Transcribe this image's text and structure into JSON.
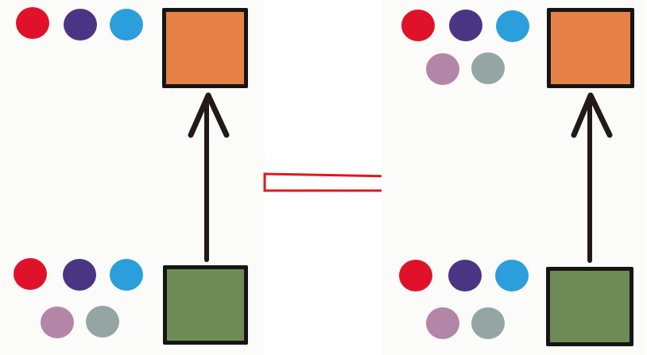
{
  "colors": {
    "red": "#e0122a",
    "indigo": "#4a3585",
    "sky": "#2a9fdc",
    "mauve": "#b386a8",
    "slate": "#94a5a4",
    "source_box": "#6e8b55",
    "target_box": "#e68248",
    "arrow_dark": "#231a18",
    "transition_arrow": "#e01919",
    "panel_bg": "#fbfbf9"
  },
  "before": {
    "target_dots": [
      "red",
      "indigo",
      "sky"
    ],
    "source_dots": [
      "red",
      "indigo",
      "sky",
      "mauve",
      "slate"
    ]
  },
  "after": {
    "target_dots": [
      "red",
      "indigo",
      "sky",
      "mauve",
      "slate"
    ],
    "source_dots": [
      "red",
      "indigo",
      "sky",
      "mauve",
      "slate"
    ]
  }
}
